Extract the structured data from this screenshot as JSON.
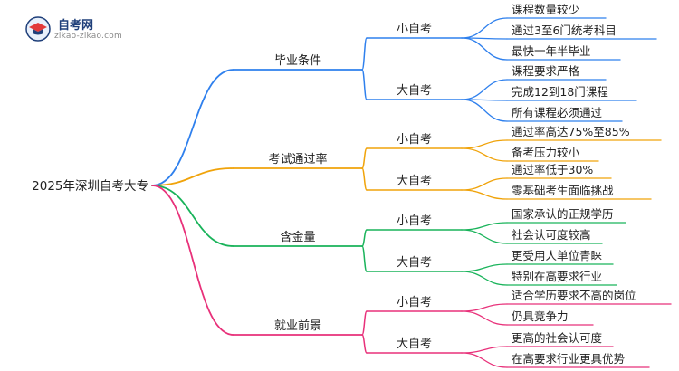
{
  "logo": {
    "brand": "自考网",
    "domain": "zikao-zikao.com"
  },
  "colors": {
    "graduation": "#2f80ed",
    "pass_rate": "#f0a30a",
    "value": "#19b35a",
    "employment": "#e8317a"
  },
  "mindmap": {
    "root": "2025年深圳自考大专",
    "branches": [
      {
        "label": "毕业条件",
        "color_key": "graduation",
        "children": [
          {
            "label": "小自考",
            "leaves": [
              "课程数量较少",
              "通过3至6门统考科目",
              "最快一年半毕业"
            ]
          },
          {
            "label": "大自考",
            "leaves": [
              "课程要求严格",
              "完成12到18门课程",
              "所有课程必须通过"
            ]
          }
        ]
      },
      {
        "label": "考试通过率",
        "color_key": "pass_rate",
        "children": [
          {
            "label": "小自考",
            "leaves": [
              "通过率高达75%至85%",
              "备考压力较小"
            ]
          },
          {
            "label": "大自考",
            "leaves": [
              "通过率低于30%",
              "零基础考生面临挑战"
            ]
          }
        ]
      },
      {
        "label": "含金量",
        "color_key": "value",
        "children": [
          {
            "label": "小自考",
            "leaves": [
              "国家承认的正规学历",
              "社会认可度较高"
            ]
          },
          {
            "label": "大自考",
            "leaves": [
              "更受用人单位青睐",
              "特别在高要求行业"
            ]
          }
        ]
      },
      {
        "label": "就业前景",
        "color_key": "employment",
        "children": [
          {
            "label": "小自考",
            "leaves": [
              "适合学历要求不高的岗位",
              "仍具竞争力"
            ]
          },
          {
            "label": "大自考",
            "leaves": [
              "更高的社会认可度",
              "在高要求行业更具优势"
            ]
          }
        ]
      }
    ]
  }
}
